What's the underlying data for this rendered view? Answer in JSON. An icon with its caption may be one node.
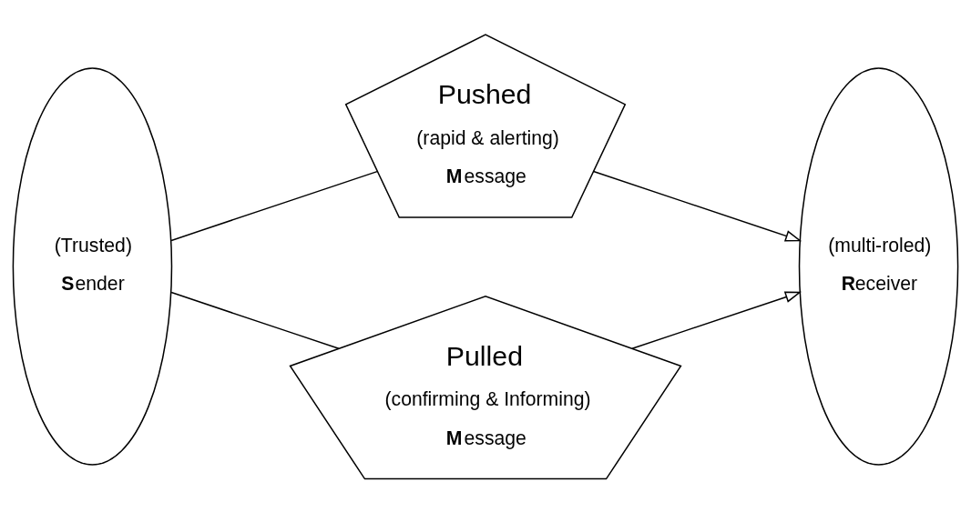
{
  "diagram": {
    "nodes": [
      {
        "text": [
          "(Trusted)",
          "**S**ender"
        ]
      },
      {
        "text": [
          "(multi-roled)",
          "**R**eceiver"
        ]
      },
      {
        "text": [
          "Pushed",
          "(rapid & alerting)",
          "**M**essage"
        ]
      },
      {
        "text": [
          "Pulled",
          "(confirming & Informing)",
          "**M**essage"
        ]
      }
    ],
    "edges": [
      {
        "from": 0,
        "to": 2,
        "arrow": "none"
      },
      {
        "from": 2,
        "to": 1,
        "arrow": "to"
      },
      {
        "from": 0,
        "to": 3,
        "arrow": "none"
      },
      {
        "from": 3,
        "to": 1,
        "arrow": "to"
      }
    ]
  }
}
